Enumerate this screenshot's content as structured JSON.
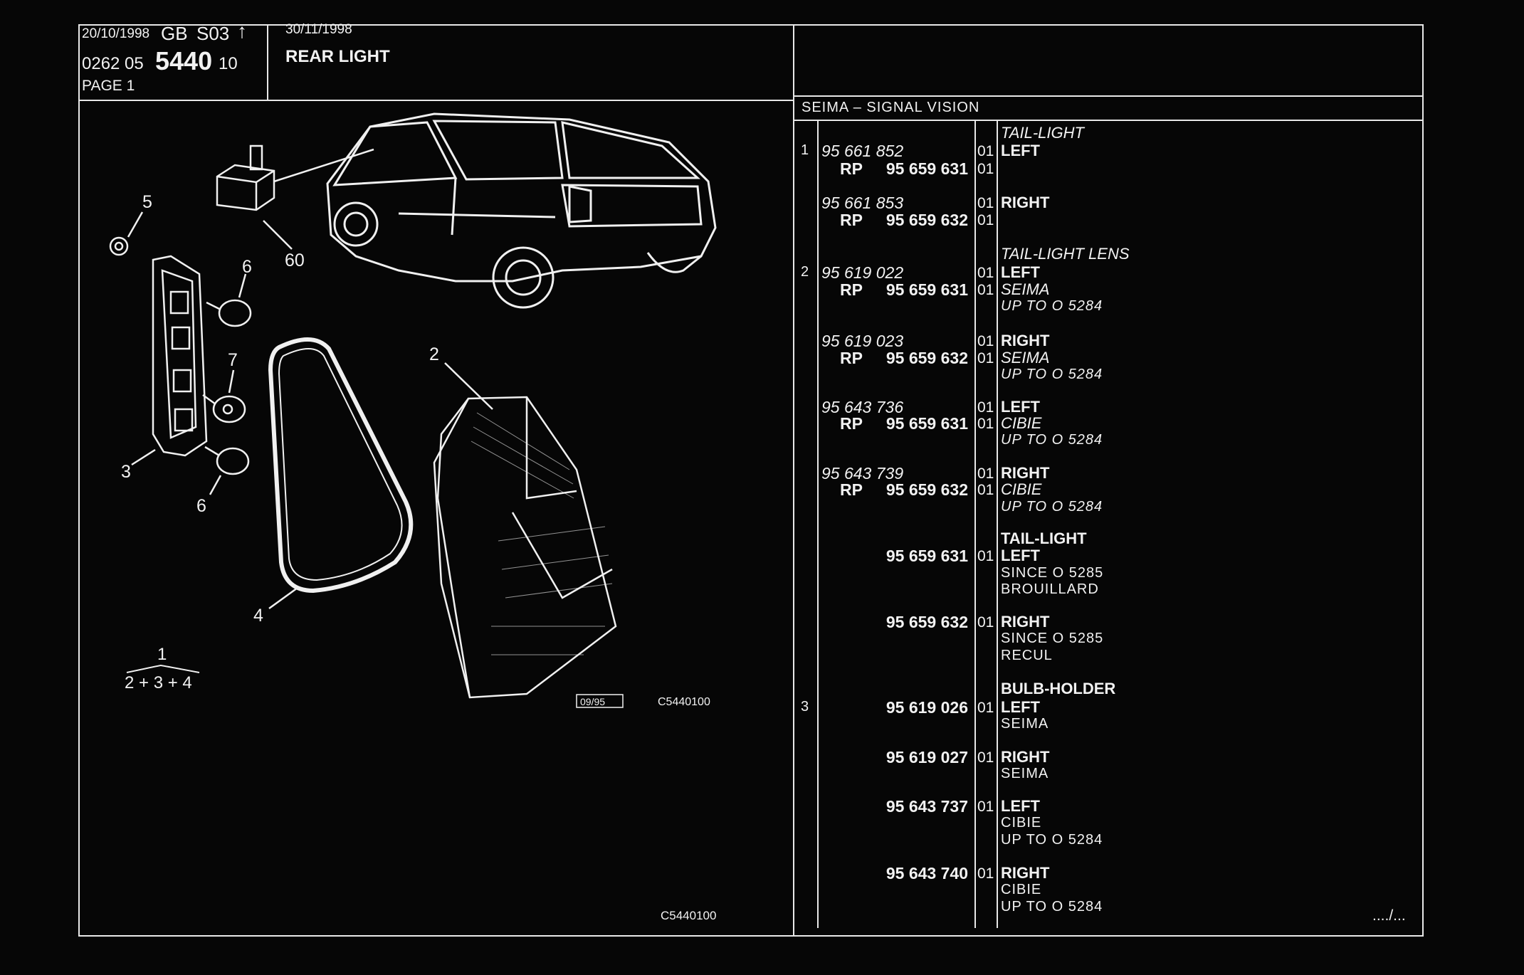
{
  "header": {
    "date_issue": "20/10/1998",
    "country_code": "GB",
    "series": "S03",
    "arrow_icon": "up-arrow-icon",
    "ref_prefix": "0262 05",
    "ref_main": "5440",
    "ref_suffix": "10",
    "page": "PAGE 1",
    "date_update": "30/11/1998",
    "title": "REAR LIGHT"
  },
  "supplier": "SEIMA – SIGNAL VISION",
  "diagram": {
    "callouts": [
      "5",
      "6",
      "60",
      "7",
      "2",
      "3",
      "6",
      "4"
    ],
    "formula_top": "1",
    "formula_bottom": "2 + 3 + 4",
    "date_box": "09/95",
    "ref_code": "C5440100",
    "footer_code": "C5440100"
  },
  "parts": [
    {
      "idx": "",
      "pn": "",
      "qty": "",
      "desc": "TAIL-LIGHT",
      "desc_style": "ital"
    },
    {
      "idx": "1",
      "pn": "95 661 852",
      "qty": "01",
      "desc": "LEFT",
      "pn_style": "ital",
      "desc_style": "bold"
    },
    {
      "idx": "",
      "rp": "RP",
      "pn": "95 659 631",
      "qty": "01",
      "desc": "",
      "pn_style": "bold"
    },
    {
      "idx": "",
      "pn": "95 661 853",
      "qty": "01",
      "desc": "RIGHT",
      "pn_style": "ital",
      "desc_style": "bold"
    },
    {
      "idx": "",
      "rp": "RP",
      "pn": "95 659 632",
      "qty": "01",
      "desc": "",
      "pn_style": "bold"
    },
    {
      "idx": "",
      "pn": "",
      "qty": "",
      "desc": "TAIL-LIGHT LENS",
      "desc_style": "ital"
    },
    {
      "idx": "2",
      "pn": "95 619 022",
      "qty": "01",
      "desc": "LEFT",
      "pn_style": "ital",
      "desc_style": "bold"
    },
    {
      "idx": "",
      "rp": "RP",
      "pn": "95 659 631",
      "qty": "01",
      "desc": "SEIMA",
      "pn_style": "bold",
      "desc_style": "ital"
    },
    {
      "idx": "",
      "pn": "",
      "qty": "",
      "desc": "UP TO O 5284",
      "desc_style": "ital sub"
    },
    {
      "idx": "",
      "pn": "95 619 023",
      "qty": "01",
      "desc": "RIGHT",
      "pn_style": "ital",
      "desc_style": "bold"
    },
    {
      "idx": "",
      "rp": "RP",
      "pn": "95 659 632",
      "qty": "01",
      "desc": "SEIMA",
      "pn_style": "bold",
      "desc_style": "ital"
    },
    {
      "idx": "",
      "pn": "",
      "qty": "",
      "desc": "UP TO O 5284",
      "desc_style": "ital sub"
    },
    {
      "idx": "",
      "pn": "95 643 736",
      "qty": "01",
      "desc": "LEFT",
      "pn_style": "ital",
      "desc_style": "bold"
    },
    {
      "idx": "",
      "rp": "RP",
      "pn": "95 659 631",
      "qty": "01",
      "desc": "CIBIE",
      "pn_style": "bold",
      "desc_style": "ital"
    },
    {
      "idx": "",
      "pn": "",
      "qty": "",
      "desc": "UP TO O 5284",
      "desc_style": "ital sub"
    },
    {
      "idx": "",
      "pn": "95 643 739",
      "qty": "01",
      "desc": "RIGHT",
      "pn_style": "ital",
      "desc_style": "bold"
    },
    {
      "idx": "",
      "rp": "RP",
      "pn": "95 659 632",
      "qty": "01",
      "desc": "CIBIE",
      "pn_style": "bold",
      "desc_style": "ital"
    },
    {
      "idx": "",
      "pn": "",
      "qty": "",
      "desc": "UP TO O 5284",
      "desc_style": "ital sub"
    },
    {
      "idx": "",
      "pn": "",
      "qty": "",
      "desc": "TAIL-LIGHT",
      "desc_style": "bold"
    },
    {
      "idx": "",
      "pn": "95 659 631",
      "qty": "01",
      "desc": "LEFT",
      "pn_style": "bold",
      "desc_style": "bold"
    },
    {
      "idx": "",
      "pn": "",
      "qty": "",
      "desc": "SINCE O 5285",
      "desc_style": "sub"
    },
    {
      "idx": "",
      "pn": "",
      "qty": "",
      "desc": "BROUILLARD",
      "desc_style": "sub"
    },
    {
      "idx": "",
      "pn": "95 659 632",
      "qty": "01",
      "desc": "RIGHT",
      "pn_style": "bold",
      "desc_style": "bold"
    },
    {
      "idx": "",
      "pn": "",
      "qty": "",
      "desc": "SINCE O 5285",
      "desc_style": "sub"
    },
    {
      "idx": "",
      "pn": "",
      "qty": "",
      "desc": "RECUL",
      "desc_style": "sub"
    },
    {
      "idx": "",
      "pn": "",
      "qty": "",
      "desc": "BULB-HOLDER",
      "desc_style": "bold"
    },
    {
      "idx": "3",
      "pn": "95 619 026",
      "qty": "01",
      "desc": "LEFT",
      "pn_style": "bold",
      "desc_style": "bold"
    },
    {
      "idx": "",
      "pn": "",
      "qty": "",
      "desc": "SEIMA",
      "desc_style": "sub"
    },
    {
      "idx": "",
      "pn": "95 619 027",
      "qty": "01",
      "desc": "RIGHT",
      "pn_style": "bold",
      "desc_style": "bold"
    },
    {
      "idx": "",
      "pn": "",
      "qty": "",
      "desc": "SEIMA",
      "desc_style": "sub"
    },
    {
      "idx": "",
      "pn": "95 643 737",
      "qty": "01",
      "desc": "LEFT",
      "pn_style": "bold",
      "desc_style": "bold"
    },
    {
      "idx": "",
      "pn": "",
      "qty": "",
      "desc": "CIBIE",
      "desc_style": "sub"
    },
    {
      "idx": "",
      "pn": "",
      "qty": "",
      "desc": "UP TO O 5284",
      "desc_style": "sub"
    },
    {
      "idx": "",
      "pn": "95 643 740",
      "qty": "01",
      "desc": "RIGHT",
      "pn_style": "bold",
      "desc_style": "bold"
    },
    {
      "idx": "",
      "pn": "",
      "qty": "",
      "desc": "CIBIE",
      "desc_style": "sub"
    },
    {
      "idx": "",
      "pn": "",
      "qty": "",
      "desc": "UP TO O 5284",
      "desc_style": "sub"
    }
  ],
  "continuation": "..../..."
}
